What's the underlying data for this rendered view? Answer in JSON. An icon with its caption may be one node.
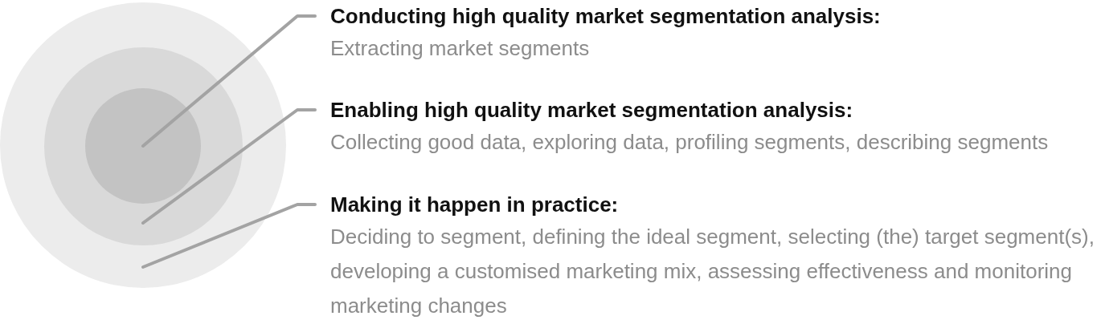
{
  "diagram": {
    "nodes": [
      {
        "text": [],
        "shape": "circle"
      },
      {
        "text": [],
        "shape": "circle",
        "in": 0
      },
      {
        "text": [],
        "shape": "circle",
        "in": 1
      },
      {
        "text": [
          "Conducting high quality market segmentation analysis:",
          "Extracting market segments"
        ]
      },
      {
        "text": [
          "Enabling high quality market segmentation analysis:",
          "Collecting good data, exploring data, profiling segments, describing segments"
        ]
      },
      {
        "text": [
          "Making it happen in practice:",
          "Deciding to segment, defining the ideal segment, selecting (the) target segment(s), developing a customised marketing mix, assessing effectiveness and monitoring marketing changes"
        ]
      }
    ],
    "edges": [
      {
        "from": 3,
        "to": 2,
        "arrow": "none"
      },
      {
        "from": 4,
        "to": 1,
        "arrow": "none"
      },
      {
        "from": 5,
        "to": 0,
        "arrow": "none"
      }
    ]
  }
}
